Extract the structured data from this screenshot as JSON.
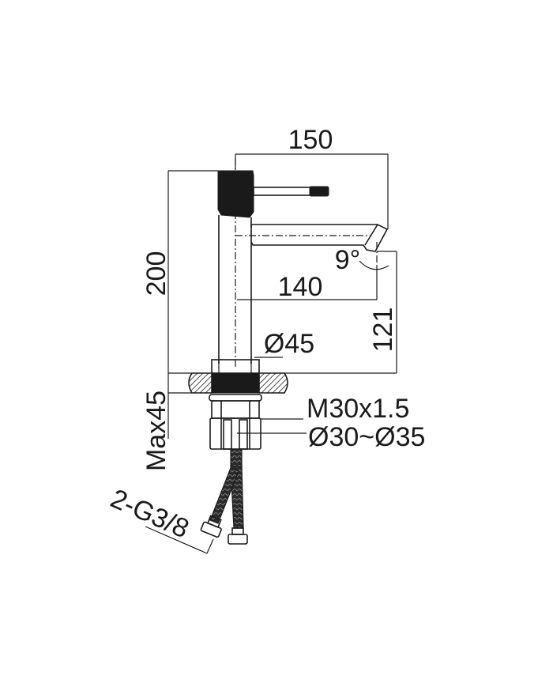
{
  "drawing": {
    "subject": "single-lever basin mixer tap dimension drawing",
    "line_color": "#1a1a1a",
    "background": "#ffffff",
    "dimensions": {
      "overall_reach": "150",
      "overall_height": "200",
      "spout_reach": "140",
      "spout_angle": "9°",
      "spout_outlet_height": "121",
      "body_diameter": "Ø45",
      "max_deck_thickness": "Max45",
      "thread": "M30x1.5",
      "hole_diameter": "Ø30~Ø35",
      "hose_connection": "2-G3/8"
    }
  }
}
